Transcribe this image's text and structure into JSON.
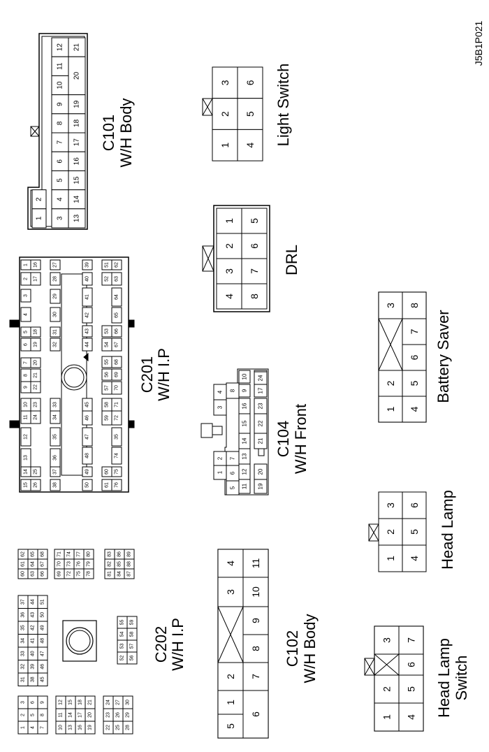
{
  "figure_id": "J5B1P021",
  "connectors": {
    "c101": {
      "id": "C101",
      "name": "W/H Body",
      "pins": [
        "1",
        "2",
        "3",
        "4",
        "5",
        "6",
        "7",
        "8",
        "9",
        "10",
        "11",
        "12",
        "13",
        "14",
        "15",
        "16",
        "17",
        "18",
        "19",
        "20",
        "21"
      ]
    },
    "light_switch": {
      "name": "Light Switch",
      "pins": [
        "1",
        "2",
        "3",
        "4",
        "5",
        "6"
      ]
    },
    "drl": {
      "name": "DRL",
      "pins": [
        "1",
        "2",
        "3",
        "4",
        "5",
        "6",
        "7",
        "8"
      ]
    },
    "c201": {
      "id": "C201",
      "name": "W/H I.P"
    },
    "c104": {
      "id": "C104",
      "name": "W/H Front"
    },
    "battery_saver": {
      "name": "Battery Saver",
      "pins": [
        "1",
        "2",
        "3",
        "4",
        "5",
        "6",
        "7",
        "8"
      ]
    },
    "head_lamp": {
      "name": "Head Lamp",
      "pins": [
        "1",
        "2",
        "3",
        "4",
        "5",
        "6"
      ]
    },
    "c202": {
      "id": "C202",
      "name": "W/H I.P"
    },
    "c102": {
      "id": "C102",
      "name": "W/H Body"
    },
    "head_lamp_switch": {
      "name1": "Head Lamp",
      "name2": "Switch",
      "pins": [
        "1",
        "2",
        "3",
        "4",
        "5",
        "6",
        "7"
      ]
    }
  }
}
